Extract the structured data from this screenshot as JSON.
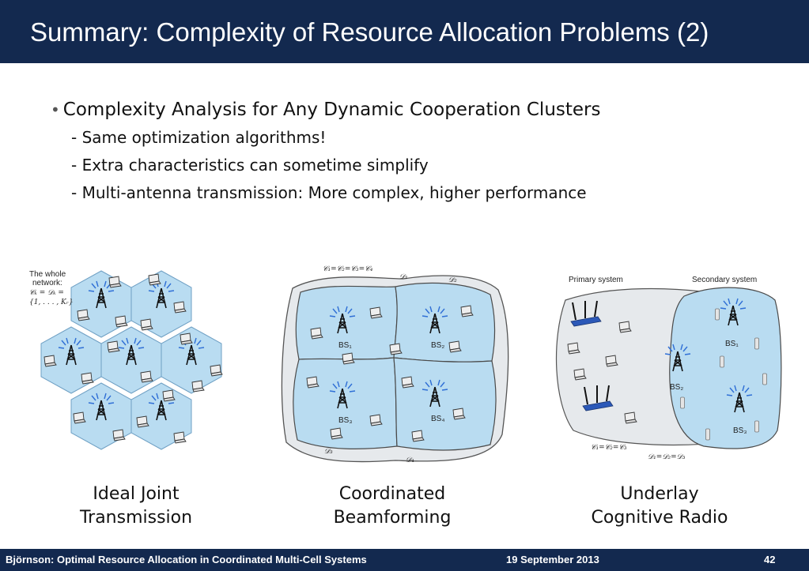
{
  "header": {
    "title": "Summary: Complexity of Resource Allocation Problems (2)"
  },
  "bullets": {
    "main": "Complexity Analysis for Any Dynamic Cooperation Clusters",
    "subs": [
      "- Same optimization algorithms!",
      "- Extra characteristics can sometime simplify",
      "- Multi-antenna transmission: More complex, higher performance"
    ]
  },
  "figures": {
    "joint": {
      "note": [
        "The whole",
        "network:",
        "𝒞ₖ = 𝒟ₖ =",
        "{1, . . . , Kᵣ}"
      ],
      "caption": [
        "Ideal Joint",
        "Transmission"
      ]
    },
    "coord": {
      "top_label": "𝒞₁=𝒞₂=𝒞₃=𝒞₄",
      "d1": "𝒟₁",
      "d2": "𝒟₂",
      "d3": "𝒟₃",
      "d4": "𝒟₄",
      "bs": [
        "BS₁",
        "BS₂",
        "BS₃",
        "BS₄"
      ],
      "caption": [
        "Coordinated",
        "Beamforming"
      ]
    },
    "cognitive": {
      "primary": "Primary system",
      "secondary": "Secondary system",
      "bs": [
        "BS₁",
        "BS₂",
        "BS₃"
      ],
      "c_label": "𝒞₁=𝒞₂=𝒞₃",
      "d_label": "𝒟₁=𝒟₂=𝒟₃",
      "caption": [
        "Underlay",
        "Cognitive Radio"
      ]
    }
  },
  "footer": {
    "left": "Björnson: Optimal Resource Allocation in Coordinated Multi-Cell Systems",
    "date": "19 September 2013",
    "page": "42"
  },
  "colors": {
    "navy": "#13294f",
    "cell": "#b9dcf1",
    "cell_edge": "#6fa0c4",
    "region": "#e6e9ec"
  }
}
